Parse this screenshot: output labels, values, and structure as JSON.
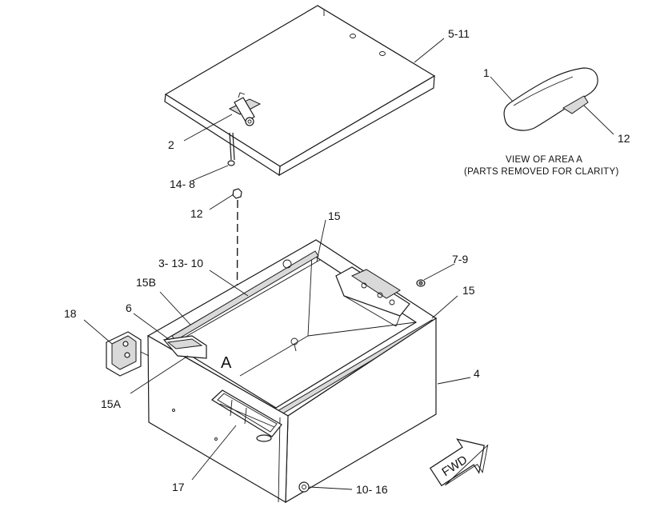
{
  "callouts": {
    "c1": "1",
    "c2": "2",
    "c4": "4",
    "c5_11": "5-11",
    "c6": "6",
    "c7_9": "7-9",
    "c10_16": "10- 16",
    "c12_view": "12",
    "c12": "12",
    "c14_8": "14- 8",
    "c15_top": "15",
    "c15_right": "15",
    "c15a": "15A",
    "c15b": "15B",
    "c17": "17",
    "c18": "18",
    "c3_13_10": "3- 13- 10"
  },
  "view_area": {
    "line1": "VIEW OF AREA  A",
    "line2": "(PARTS REMOVED FOR CLARITY)"
  },
  "area_marker": "A",
  "fwd_label": "FWD",
  "icons": [
    "fwd-arrow-icon"
  ]
}
